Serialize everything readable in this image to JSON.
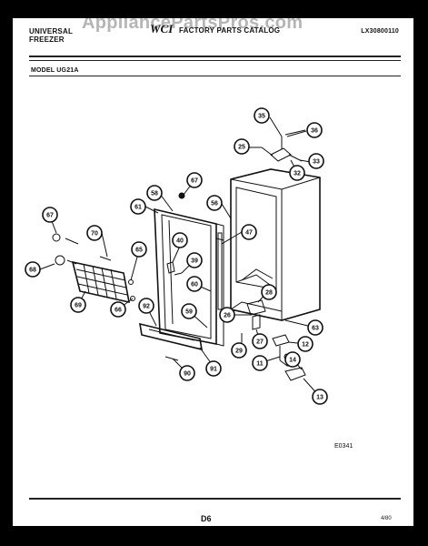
{
  "watermark": "AppliancePartsPros.com",
  "header": {
    "brand_line1": "UNIVERSAL",
    "brand_line2": "FREEZER",
    "logo": "WCI",
    "catalog_title": "FACTORY PARTS CATALOG",
    "catalog_number": "LX30800110",
    "model": "MODEL UG21A"
  },
  "footer": {
    "drawing_code": "E0341",
    "page": "D6",
    "date": "4/80"
  },
  "callouts": [
    {
      "id": "c35",
      "label": "35"
    },
    {
      "id": "c36",
      "label": "36"
    },
    {
      "id": "c25",
      "label": "25"
    },
    {
      "id": "c33",
      "label": "33"
    },
    {
      "id": "c32",
      "label": "32"
    },
    {
      "id": "c67a",
      "label": "67"
    },
    {
      "id": "c58",
      "label": "58"
    },
    {
      "id": "c56",
      "label": "56"
    },
    {
      "id": "c61",
      "label": "61"
    },
    {
      "id": "c47",
      "label": "47"
    },
    {
      "id": "c67b",
      "label": "67"
    },
    {
      "id": "c70",
      "label": "70"
    },
    {
      "id": "c40",
      "label": "40"
    },
    {
      "id": "c65",
      "label": "65"
    },
    {
      "id": "c39",
      "label": "39"
    },
    {
      "id": "c68",
      "label": "68"
    },
    {
      "id": "c69",
      "label": "69"
    },
    {
      "id": "c60",
      "label": "60"
    },
    {
      "id": "c28",
      "label": "28"
    },
    {
      "id": "c66",
      "label": "66"
    },
    {
      "id": "c92",
      "label": "92"
    },
    {
      "id": "c59",
      "label": "59"
    },
    {
      "id": "c26",
      "label": "26"
    },
    {
      "id": "c63",
      "label": "63"
    },
    {
      "id": "c27",
      "label": "27"
    },
    {
      "id": "c12",
      "label": "12"
    },
    {
      "id": "c29",
      "label": "29"
    },
    {
      "id": "c11",
      "label": "11"
    },
    {
      "id": "c14",
      "label": "14"
    },
    {
      "id": "c91",
      "label": "91"
    },
    {
      "id": "c90",
      "label": "90"
    },
    {
      "id": "c13",
      "label": "13"
    }
  ]
}
